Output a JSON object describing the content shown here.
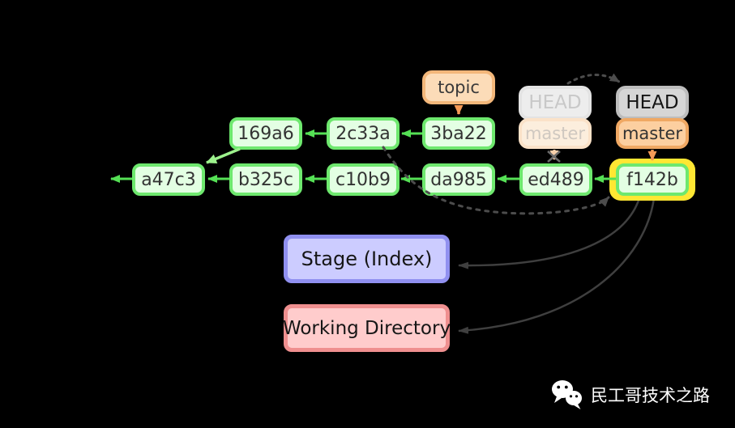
{
  "labels": {
    "topic": "topic",
    "head_old": "HEAD",
    "master_old": "master",
    "head_new": "HEAD",
    "master_new": "master",
    "stage": "Stage (Index)",
    "working_directory": "Working Directory"
  },
  "commits": {
    "top_row": [
      "169a6",
      "2c33a",
      "3ba22"
    ],
    "bottom_row": [
      "a47c3",
      "b325c",
      "c10b9",
      "da985",
      "ed489",
      "f142b"
    ],
    "highlighted": "f142b"
  },
  "watermark": {
    "brand": "民工哥技术之路",
    "icon": "wechat-icon"
  },
  "colors": {
    "background": "#000000",
    "commit_fill": "#e3ffe3",
    "commit_border": "#6ee86e",
    "arrow_green": "#55e055",
    "arrow_green_light": "#9cf18c",
    "branch_fill": "#fcdcb8",
    "branch_border": "#f3b77a",
    "master_fill": "#fccfa0",
    "master_border": "#f0a863",
    "head_fill": "#d6d6d6",
    "head_border": "#bdbdbd",
    "faded_head_fill": "#ededed",
    "faded_head_border": "#e3e3e3",
    "faded_head_text": "#c8c8c8",
    "faded_master_fill": "#fceedd",
    "faded_master_border": "#fbe2c8",
    "faded_master_text": "#cfc8c0",
    "arrow_orange": "#f59a56",
    "arrow_faded_orange": "#f8d0ab",
    "cross_gray": "#6b6b6b",
    "dark_arrow": "#3f3f3f",
    "dotted_arrow": "#4c4c4c",
    "highlight_yellow": "#ffe733",
    "stage_fill": "#ccccff",
    "stage_border": "#9090f0",
    "working_fill": "#ffcccc",
    "working_border": "#ef8f8f",
    "text_dark": "#333333",
    "watermark_text": "#ffffff"
  }
}
